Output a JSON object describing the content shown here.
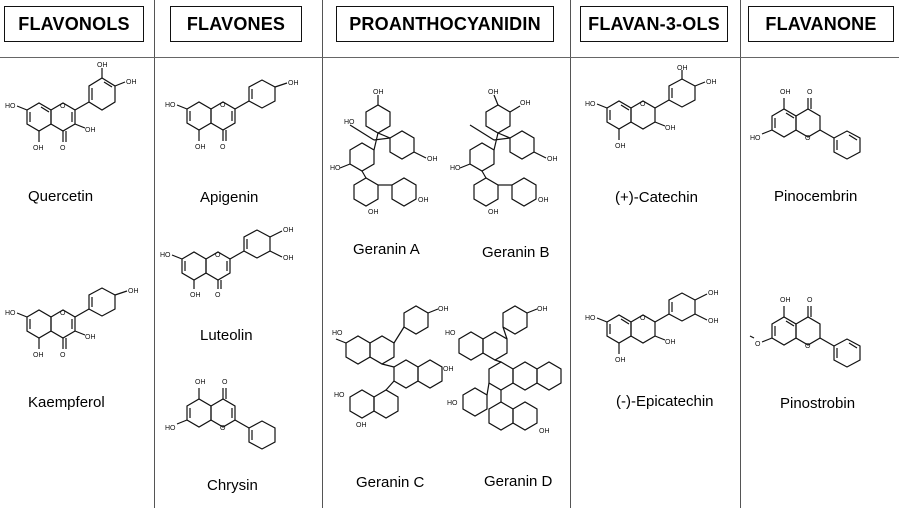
{
  "categories": [
    {
      "title": "FLAVONOLS",
      "compounds": [
        "Quercetin",
        "Kaempferol"
      ]
    },
    {
      "title": "FLAVONES",
      "compounds": [
        "Apigenin",
        "Luteolin",
        "Chrysin"
      ]
    },
    {
      "title": "PROANTHOCYANIDIN",
      "compounds": [
        "Geranin A",
        "Geranin B",
        "Geranin C",
        "Geranin D"
      ]
    },
    {
      "title": "FLAVAN-3-OLS",
      "compounds": [
        "(+)-Catechin",
        "(-)-Epicatechin"
      ]
    },
    {
      "title": "FLAVANONE",
      "compounds": [
        "Pinocembrin",
        "Pinostrobin"
      ]
    }
  ],
  "atoms": {
    "oh": "OH",
    "o": "O",
    "ho": "HO"
  }
}
